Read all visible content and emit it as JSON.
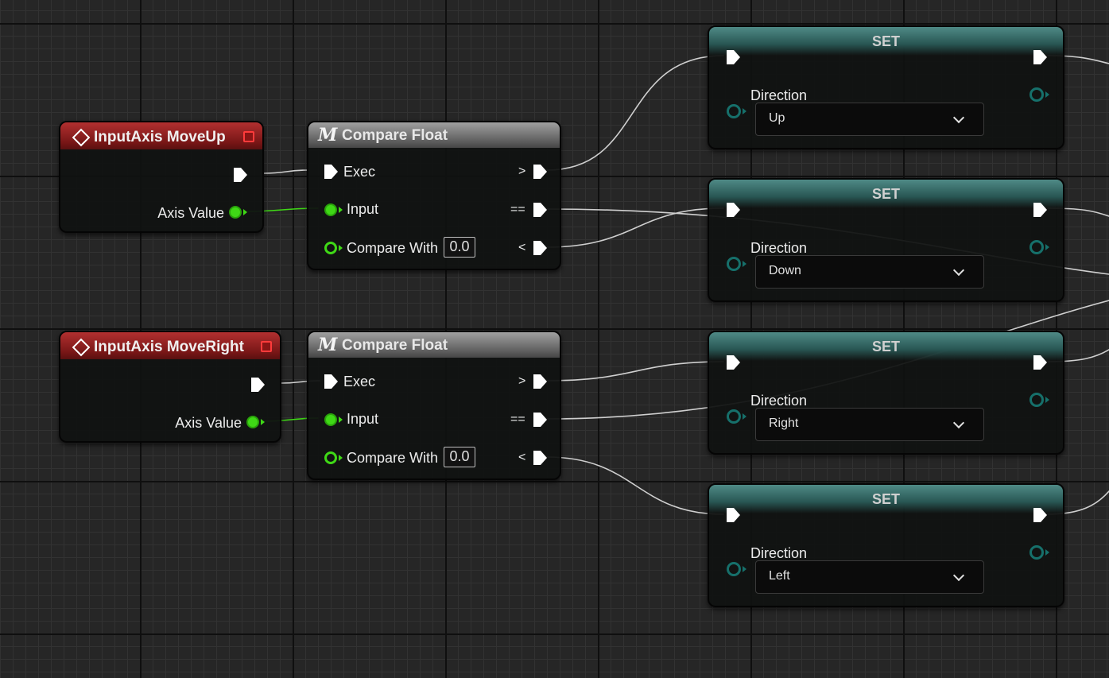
{
  "input_events": [
    {
      "title": "InputAxis MoveUp",
      "axis_label": "Axis Value"
    },
    {
      "title": "InputAxis MoveRight",
      "axis_label": "Axis Value"
    }
  ],
  "compare_nodes": [
    {
      "title": "Compare Float",
      "exec_label": "Exec",
      "input_label": "Input",
      "compare_label": "Compare With",
      "compare_value": "0.0",
      "out_gt": ">",
      "out_eq": "==",
      "out_lt": "<"
    },
    {
      "title": "Compare Float",
      "exec_label": "Exec",
      "input_label": "Input",
      "compare_label": "Compare With",
      "compare_value": "0.0",
      "out_gt": ">",
      "out_eq": "==",
      "out_lt": "<"
    }
  ],
  "set_nodes": [
    {
      "title": "SET",
      "var_label": "Direction",
      "value": "Up"
    },
    {
      "title": "SET",
      "var_label": "Direction",
      "value": "Down"
    },
    {
      "title": "SET",
      "var_label": "Direction",
      "value": "Right"
    },
    {
      "title": "SET",
      "var_label": "Direction",
      "value": "Left"
    }
  ],
  "icons": {
    "event": "event-diamond-icon",
    "delegate": "red-square-icon",
    "macro": "macro-m-icon",
    "exec_pin": "exec-arrow-icon",
    "data_pin": "float-pin-icon",
    "enum_pin": "enum-pin-icon",
    "dropdown": "chevron-down-icon"
  },
  "colors": {
    "event_header": "#8b1c1c",
    "macro_header": "#6e6e6e",
    "set_header": "#2f5f5c",
    "float_pin": "#3fd816",
    "enum_pin": "#16706b",
    "exec_wire": "#d8d8d8"
  }
}
